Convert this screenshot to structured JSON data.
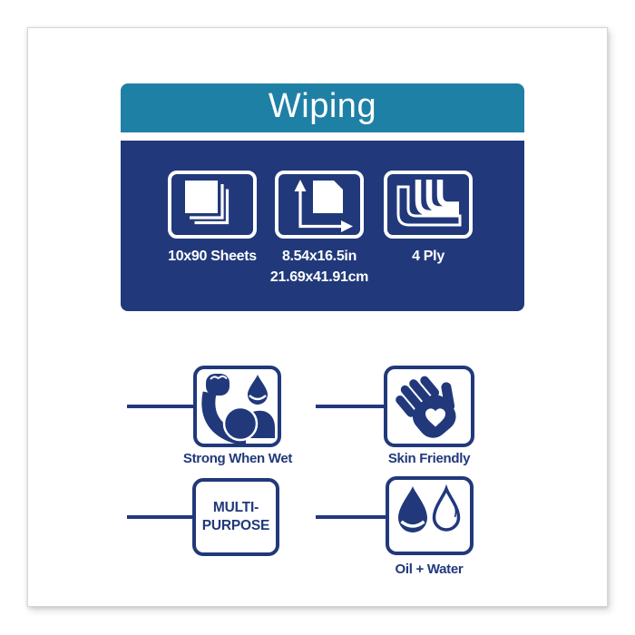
{
  "card": {
    "title": "Wiping",
    "specs": [
      {
        "icon": "sheets-icon",
        "line1": "10x90 Sheets",
        "line2": ""
      },
      {
        "icon": "dimensions-icon",
        "line1": "8.54x16.5in",
        "line2": "21.69x41.91cm"
      },
      {
        "icon": "ply-icon",
        "line1": "4 Ply",
        "line2": ""
      }
    ]
  },
  "features": {
    "strong": {
      "icon": "strong-when-wet-icon",
      "label": "Strong When Wet"
    },
    "skin": {
      "icon": "skin-friendly-icon",
      "label": "Skin Friendly"
    },
    "multi": {
      "line1": "MULTI-",
      "line2": "PURPOSE"
    },
    "oil": {
      "icon": "oil-water-icon",
      "label": "Oil + Water"
    }
  },
  "colors": {
    "teal": "#1F80A6",
    "navy": "#21397B",
    "white": "#ffffff",
    "frame_border": "#d6d6d6"
  }
}
